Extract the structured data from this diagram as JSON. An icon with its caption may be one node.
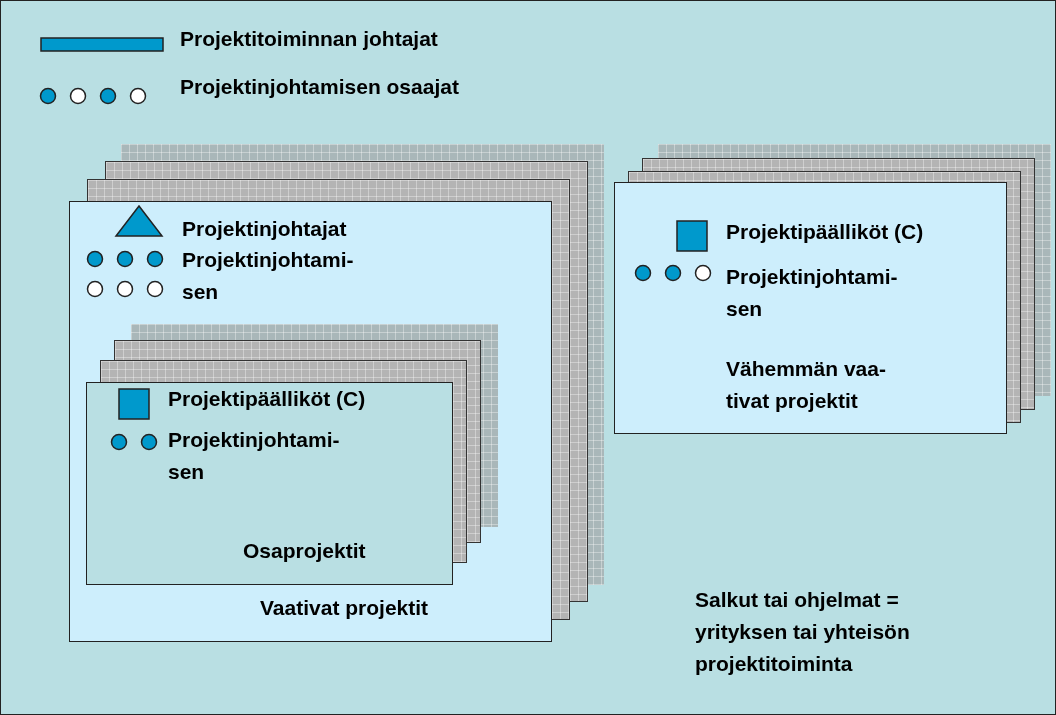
{
  "diagram": {
    "nodes": [
      {
        "text": [
          "Salkut tai ohjelmat = yrityksen tai yhteisön projektitoiminta"
        ]
      },
      {
        "text": [
          "Projektinjohtajat",
          "Projektinjohtami- sen",
          "Vaativat projektit"
        ],
        "in": 0
      },
      {
        "text": [
          "Projektipäälliköt (C)",
          "Projektinjohtami- sen",
          "Osaprojektit"
        ],
        "in": 1
      },
      {
        "text": [
          "Projektipäälliköt (C)",
          "Projektinjohtami- sen",
          "Vähemmän vaa- tivat projektit"
        ],
        "in": 0
      }
    ],
    "legend": [
      {
        "text": "Projektitoiminnan johtajat"
      },
      {
        "text": "Projektinjohtamisen osaajat"
      }
    ]
  }
}
